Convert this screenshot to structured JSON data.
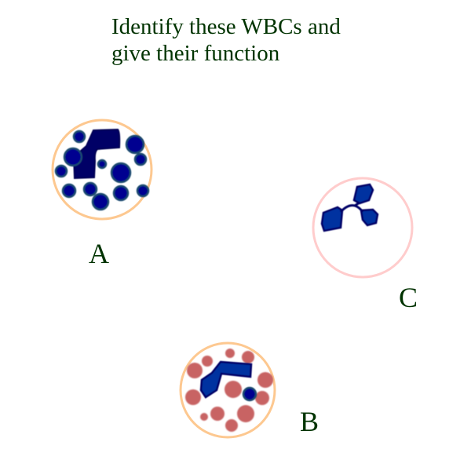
{
  "question": {
    "line1": "Identify these WBCs and",
    "line2": "give their function"
  },
  "cells": {
    "a": {
      "label": "A"
    },
    "b": {
      "label": "B"
    },
    "c": {
      "label": "C"
    }
  },
  "colors": {
    "text": "#003300",
    "membrane_ab": "#fdc890",
    "membrane_c": "#ffcccc",
    "dark_granule": "#00008b",
    "red_granule": "#c86464",
    "nucleus_dark": "#000066",
    "nucleus_blue": "#0033a0"
  }
}
